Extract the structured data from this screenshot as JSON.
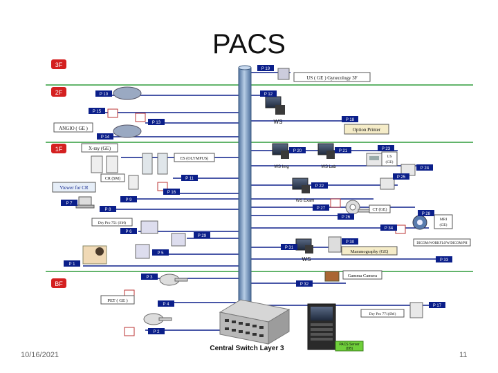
{
  "slide": {
    "title": "PACS",
    "date": "10/16/2021",
    "page_number": "11"
  },
  "floors": [
    {
      "key": "3f",
      "label": "3F"
    },
    {
      "key": "2f",
      "label": "2F"
    },
    {
      "key": "1f",
      "label": "1F"
    },
    {
      "key": "bf",
      "label": "BF"
    }
  ],
  "ports": {
    "p1": "P 1",
    "p2": "P 2",
    "p3": "P 3",
    "p4": "P 4",
    "p5": "P 5",
    "p6": "P 6",
    "p7": "P 7",
    "p8": "P 8",
    "p9": "P 9",
    "p10": "P 10",
    "p11": "P 11",
    "p12": "P 12",
    "p13": "P 13",
    "p14": "P 14",
    "p15": "P 15",
    "p16": "P 16",
    "p17": "P 17",
    "p18": "P 18",
    "p19": "P 19",
    "p20": "P 20",
    "p21": "P 21",
    "p22": "P 22",
    "p23": "P 23",
    "p24": "P 24",
    "p25": "P 25",
    "p26": "P 26",
    "p27": "P 27",
    "p28": "P 28",
    "p29": "P 29",
    "p30": "P 30",
    "p31": "P 31",
    "p32": "P 32",
    "p33": "P 33",
    "p34": "P 34"
  },
  "devices": {
    "us_gynecology": "US ( GE ) Gynecology  3F",
    "angio": "ANGIO ( GE )",
    "option_printer": "Option Printer",
    "xray": "X-ray (GE)",
    "es_olympus": "ES (OLYMPUS)",
    "cr_sm": "CR (SM)",
    "viewer_cr": "Viewer for CR",
    "dry_pro_sm": "Dry Pro 751 (SM)",
    "us_ge": "US",
    "us_ge2": "(GE)",
    "ct_ge": "CT (GE)",
    "mri_ge": "MRI",
    "mri_ge2": "(GE)",
    "mammography": "Mammography (GE)",
    "gamma_camera": "Gamma Camera",
    "pet_ge": "PET ( GE )",
    "dry_pro_sm2": "Dry Pro 771(SM)",
    "dicom_workflow": "DICOM/WORKFLOW/DICOM/PH",
    "pacs_server": "PACS Server",
    "pacs_server2": "(DB)"
  },
  "workstation_labels": {
    "ws1": "WS",
    "ws2": "WS",
    "ws_img1": "WS Img",
    "ws_lab": "WS Lab",
    "ws_exam": "WS Exam"
  },
  "switch_label": "Central Switch Layer 3",
  "colors": {
    "floor_line": "#2e9b3a",
    "floor_label": "#d42020",
    "port_box": "#0b1f8a",
    "backbone": "#7a9cc8",
    "cable": "#0b1f8a"
  }
}
